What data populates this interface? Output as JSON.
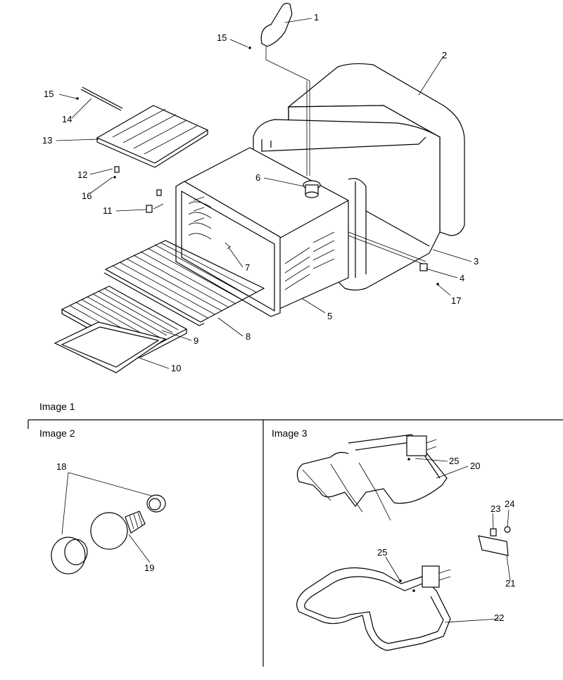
{
  "captions": {
    "image1": "Image 1",
    "image2": "Image 2",
    "image3": "Image 3"
  },
  "callouts": [
    "1",
    "2",
    "3",
    "4",
    "5",
    "6",
    "7",
    "8",
    "9",
    "10",
    "11",
    "12",
    "13",
    "14",
    "15",
    "15",
    "16",
    "17",
    "18",
    "19",
    "20",
    "21",
    "22",
    "23",
    "24",
    "25",
    "25"
  ]
}
